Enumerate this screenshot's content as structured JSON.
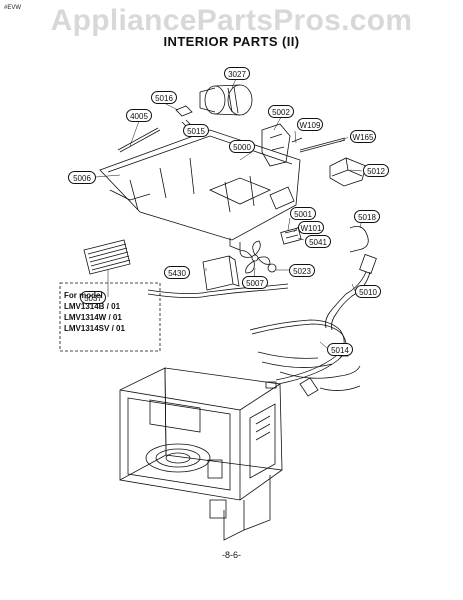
{
  "watermark": "AppliancePartsPros.com",
  "corner_code": "#EVW",
  "title": "INTERIOR PARTS (II)",
  "callouts": {
    "c3027": "3027",
    "c5016": "5016",
    "c4005": "4005",
    "c5002": "5002",
    "cW109": "W109",
    "cW165": "W165",
    "c5015": "5015",
    "c5000": "5000",
    "c5012": "5012",
    "c5006": "5006",
    "c5001": "5001",
    "c5018": "5018",
    "cW101": "W101",
    "c5041": "5041",
    "c5430": "5430",
    "c5023": "5023",
    "c5007": "5007",
    "c5010": "5010",
    "c5037": "5037",
    "c5014": "5014"
  },
  "model_note": {
    "line1": "For model",
    "line2": "LMV1314B / 01",
    "line3": "LMV1314W / 01",
    "line4": "LMV1314SV / 01"
  },
  "page_number": "-8-6-"
}
